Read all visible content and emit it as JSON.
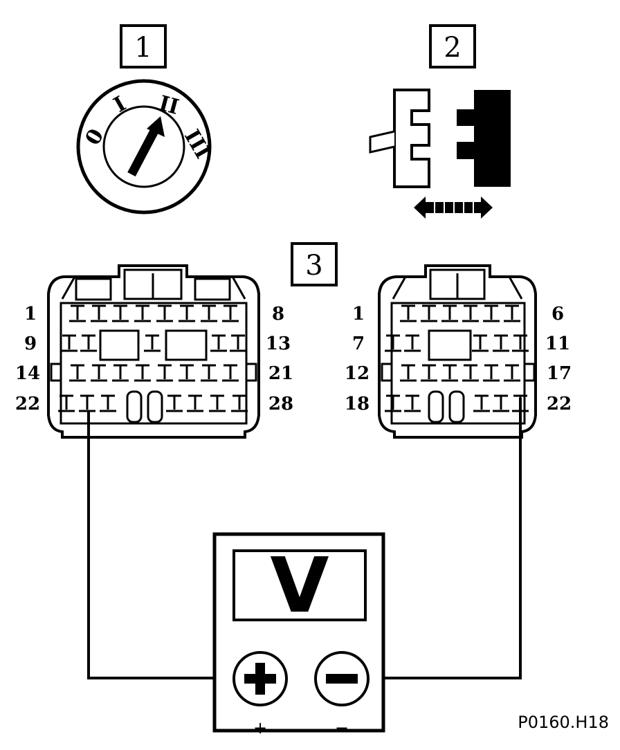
{
  "steps": {
    "step1": "1",
    "step2": "2",
    "step3": "3"
  },
  "ignition": {
    "positions": [
      "0",
      "I",
      "II",
      "III"
    ]
  },
  "connector_left": {
    "row_labels": [
      {
        "left": "1",
        "right": "8"
      },
      {
        "left": "9",
        "right": "13"
      },
      {
        "left": "14",
        "right": "21"
      },
      {
        "left": "22",
        "right": "28"
      }
    ]
  },
  "connector_right": {
    "row_labels": [
      {
        "left": "1",
        "right": "6"
      },
      {
        "left": "7",
        "right": "11"
      },
      {
        "left": "12",
        "right": "17"
      },
      {
        "left": "18",
        "right": "22"
      }
    ]
  },
  "voltmeter": {
    "display": "V",
    "positive": "+",
    "negative": "−"
  },
  "figure_code": "P0160.H18"
}
